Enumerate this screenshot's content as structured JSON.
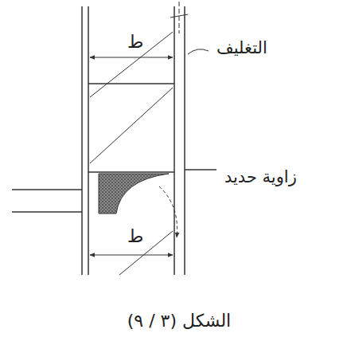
{
  "diagram": {
    "caption": "الشكل (٣ / ٩)",
    "labels": [
      "ط",
      "ط",
      "التغليف",
      "زاوية حديد"
    ]
  }
}
